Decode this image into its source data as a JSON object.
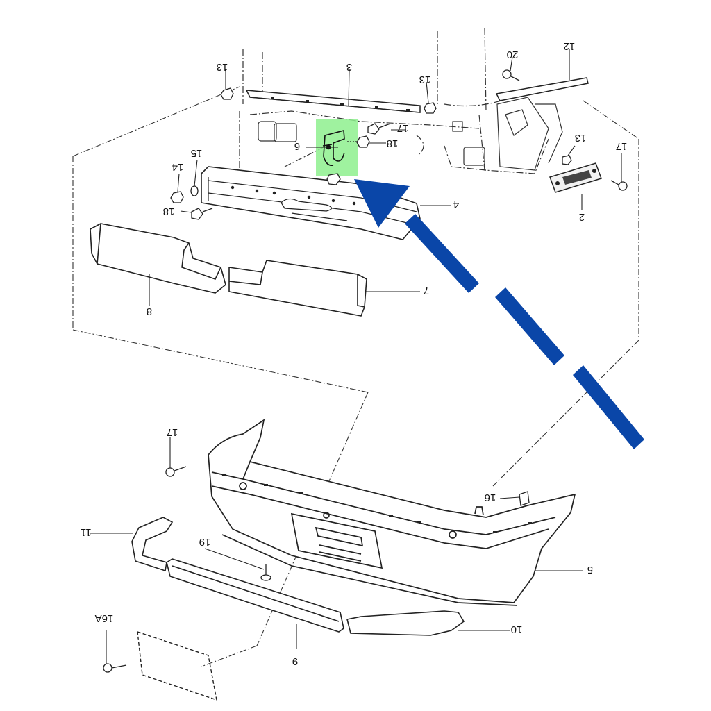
{
  "diagram": {
    "callouts": [
      {
        "id": "c-13a",
        "label": "13"
      },
      {
        "id": "c-3",
        "label": "3"
      },
      {
        "id": "c-13b",
        "label": "13"
      },
      {
        "id": "c-20",
        "label": "20"
      },
      {
        "id": "c-12",
        "label": "12"
      },
      {
        "id": "c-17a",
        "label": "17"
      },
      {
        "id": "c-6",
        "label": "6"
      },
      {
        "id": "c-18a",
        "label": "18"
      },
      {
        "id": "c-13c",
        "label": "13"
      },
      {
        "id": "c-17b",
        "label": "17"
      },
      {
        "id": "c-15",
        "label": "15"
      },
      {
        "id": "c-14",
        "label": "14"
      },
      {
        "id": "c-18b",
        "label": "18"
      },
      {
        "id": "c-4",
        "label": "4"
      },
      {
        "id": "c-2",
        "label": "2"
      },
      {
        "id": "c-7",
        "label": "7"
      },
      {
        "id": "c-8",
        "label": "8"
      },
      {
        "id": "c-17c",
        "label": "17"
      },
      {
        "id": "c-16",
        "label": "16"
      },
      {
        "id": "c-11",
        "label": "11"
      },
      {
        "id": "c-19",
        "label": "19"
      },
      {
        "id": "c-5",
        "label": "5"
      },
      {
        "id": "c-16A",
        "label": "16A"
      },
      {
        "id": "c-10",
        "label": "10"
      },
      {
        "id": "c-9",
        "label": "9"
      }
    ],
    "highlight": {
      "part": "6",
      "color": "#8ef08e"
    },
    "arrow": {
      "color": "#0a46a8",
      "points_to_part": "6"
    }
  }
}
